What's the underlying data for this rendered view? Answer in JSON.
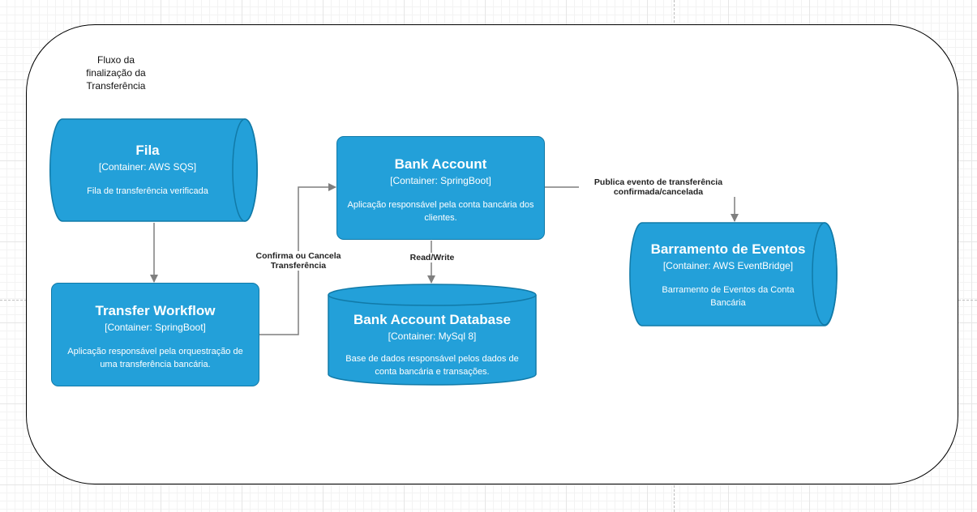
{
  "boundary": {
    "caption": "Fluxo da finalização da Transferência"
  },
  "nodes": {
    "fila": {
      "title": "Fila",
      "tech": "[Container: AWS SQS]",
      "description": "Fila de transferência verificada"
    },
    "transfer_workflow": {
      "title": "Transfer Workflow",
      "tech": "[Container: SpringBoot]",
      "description": "Aplicação responsável pela orquestração de uma transferência bancária."
    },
    "bank_account": {
      "title": "Bank Account",
      "tech": "[Container: SpringBoot]",
      "description": "Aplicação responsável pela conta bancária dos clientes."
    },
    "bank_account_database": {
      "title": "Bank Account Database",
      "tech": "[Container: MySql 8]",
      "description": "Base de dados responsável pelos dados de conta bancária e transações."
    },
    "barramento": {
      "title": "Barramento de Eventos",
      "tech": "[Container: AWS EventBridge]",
      "description": "Barramento de Eventos da Conta Bancária"
    }
  },
  "edges": {
    "confirma": "Confirma ou Cancela Transferência",
    "read_write": "Read/Write",
    "publica": "Publica evento de transferência confirmada/cancelada"
  },
  "colors": {
    "container_fill": "#23a0d9",
    "container_stroke": "#117aa8",
    "arrow": "#7f7f7f"
  }
}
